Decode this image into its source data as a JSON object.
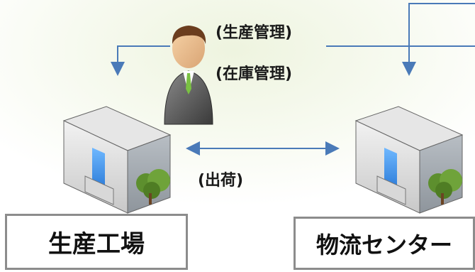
{
  "labels": {
    "production_mgmt": "(生産管理)",
    "inventory_mgmt": "(在庫管理)",
    "shipping": "(出荷)"
  },
  "boxes": {
    "factory": "生産工場",
    "logistics": "物流センター"
  },
  "icons": {
    "person": "businessman-icon",
    "factory_building": "office-building-icon",
    "logistics_building": "office-building-icon"
  },
  "colors": {
    "arrow": "#4a7ab8",
    "box_border": "#8c8c8c"
  }
}
